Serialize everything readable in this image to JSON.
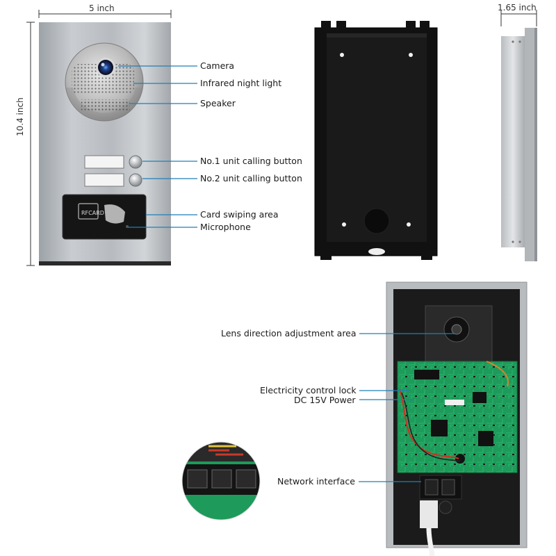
{
  "dimensions": {
    "width": "5 inch",
    "height": "10.4 inch",
    "depth": "1.65 inch"
  },
  "panel": {
    "rfcard_text": "RFCARD"
  },
  "callouts": {
    "camera": "Camera",
    "infrared": "Infrared night light",
    "speaker": "Speaker",
    "button1": "No.1 unit calling button",
    "button2": "No.2 unit calling button",
    "card": "Card swiping area",
    "microphone": "Microphone",
    "lens": "Lens direction adjustment area",
    "lock": "Electricity control lock",
    "power": "DC 15V Power",
    "network": "Network interface"
  },
  "colors": {
    "leader_line": "#1f7fb8",
    "panel_silver": "#bfc3c7",
    "pcb_green": "#1e9a5a",
    "box_black": "#111111"
  }
}
